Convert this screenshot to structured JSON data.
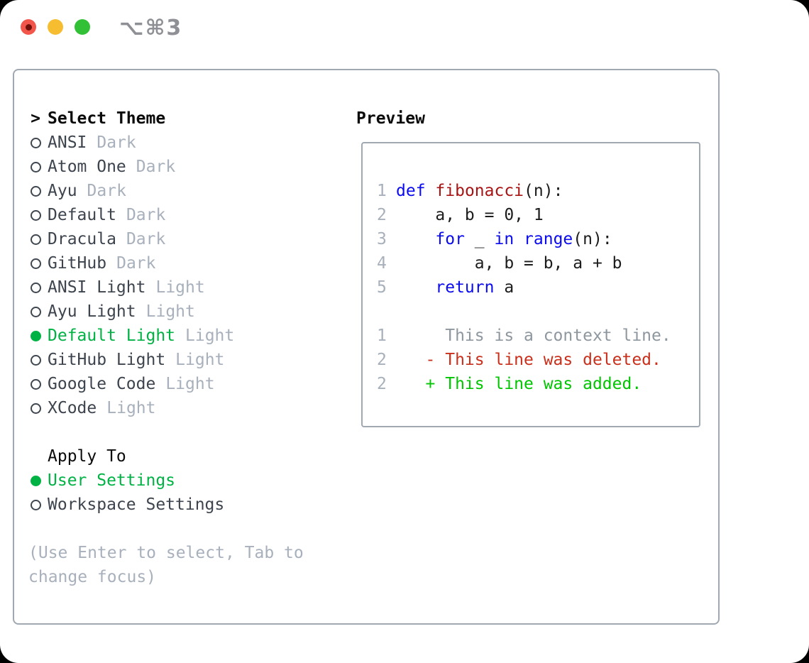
{
  "window": {
    "title": "⌥⌘3"
  },
  "theme_list": {
    "focus_indicator": ">",
    "header": "Select Theme",
    "items": [
      {
        "name": "ANSI",
        "variant": "Dark",
        "selected": false
      },
      {
        "name": "Atom One",
        "variant": "Dark",
        "selected": false
      },
      {
        "name": "Ayu",
        "variant": "Dark",
        "selected": false
      },
      {
        "name": "Default",
        "variant": "Dark",
        "selected": false
      },
      {
        "name": "Dracula",
        "variant": "Dark",
        "selected": false
      },
      {
        "name": "GitHub",
        "variant": "Dark",
        "selected": false
      },
      {
        "name": "ANSI Light",
        "variant": "Light",
        "selected": false
      },
      {
        "name": "Ayu Light",
        "variant": "Light",
        "selected": false
      },
      {
        "name": "Default Light",
        "variant": "Light",
        "selected": true
      },
      {
        "name": "GitHub Light",
        "variant": "Light",
        "selected": false
      },
      {
        "name": "Google Code",
        "variant": "Light",
        "selected": false
      },
      {
        "name": "XCode",
        "variant": "Light",
        "selected": false
      }
    ]
  },
  "apply_to": {
    "header": "Apply To",
    "options": [
      {
        "label": "User Settings",
        "selected": true
      },
      {
        "label": "Workspace Settings",
        "selected": false
      }
    ]
  },
  "help_text": "(Use Enter to select, Tab to change focus)",
  "preview": {
    "header": "Preview",
    "code_lines": [
      {
        "num": "1",
        "tokens": [
          {
            "text": "def",
            "type": "keyword"
          },
          {
            "text": " ",
            "type": "plain"
          },
          {
            "text": "fibonacci",
            "type": "function"
          },
          {
            "text": "(n):",
            "type": "plain"
          }
        ]
      },
      {
        "num": "2",
        "tokens": [
          {
            "text": "    a, b = 0, 1",
            "type": "plain"
          }
        ]
      },
      {
        "num": "3",
        "tokens": [
          {
            "text": "    ",
            "type": "plain"
          },
          {
            "text": "for",
            "type": "keyword"
          },
          {
            "text": " _ ",
            "type": "plain"
          },
          {
            "text": "in",
            "type": "keyword"
          },
          {
            "text": " ",
            "type": "plain"
          },
          {
            "text": "range",
            "type": "keyword"
          },
          {
            "text": "(n):",
            "type": "plain"
          }
        ]
      },
      {
        "num": "4",
        "tokens": [
          {
            "text": "        a, b = b, a + b",
            "type": "plain"
          }
        ]
      },
      {
        "num": "5",
        "tokens": [
          {
            "text": "    ",
            "type": "plain"
          },
          {
            "text": "return",
            "type": "keyword"
          },
          {
            "text": " a",
            "type": "plain"
          }
        ]
      }
    ],
    "diff_lines": [
      {
        "num": "1",
        "kind": "context",
        "marker": " ",
        "text": "This is a context line.",
        "display": "     This is a context line."
      },
      {
        "num": "2",
        "kind": "deleted",
        "marker": "-",
        "text": "This line was deleted.",
        "display": "   - This line was deleted."
      },
      {
        "num": "2",
        "kind": "added",
        "marker": "+",
        "text": "This line was added.",
        "display": "   + This line was added."
      }
    ]
  },
  "colors": {
    "selection_green": "#00b244",
    "keyword_blue": "#0b0bef",
    "function_red": "#a81414",
    "diff_added_green": "#01c501",
    "diff_deleted_red": "#c9301c",
    "muted_gray": "#a8b0bc",
    "context_gray": "#8f979e",
    "text_dark": "#3d444d",
    "panel_border": "#a0a8b2",
    "titlebar_icon_gray": "#8e9095",
    "traffic_red": "#f2564a",
    "traffic_yellow": "#f6bd31",
    "traffic_green": "#32c136"
  }
}
